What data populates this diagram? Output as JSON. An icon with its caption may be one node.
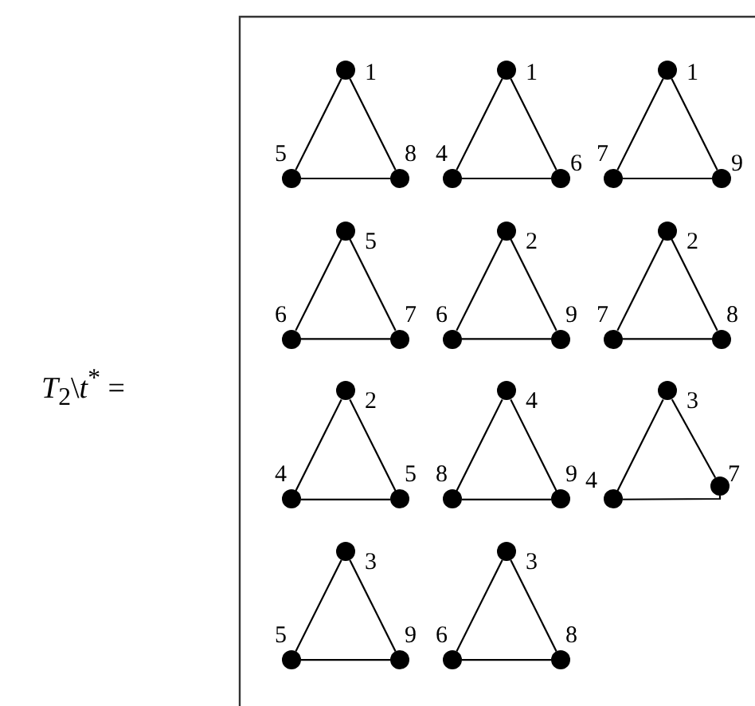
{
  "diagram": {
    "nodes": [
      {
        "text": [],
        "shape": "circle",
        "beside": [
          "1"
        ]
      },
      {
        "text": [],
        "shape": "circle",
        "beside": [
          "5"
        ]
      },
      {
        "text": [],
        "shape": "circle",
        "beside": [
          "8"
        ]
      },
      {
        "text": [],
        "shape": "circle",
        "beside": [
          "1"
        ]
      },
      {
        "text": [],
        "shape": "circle",
        "beside": [
          "4"
        ]
      },
      {
        "text": [],
        "shape": "circle",
        "beside": [
          "6"
        ]
      },
      {
        "text": [],
        "shape": "circle",
        "beside": [
          "1"
        ]
      },
      {
        "text": [],
        "shape": "circle",
        "beside": [
          "7"
        ]
      },
      {
        "text": [],
        "shape": "circle",
        "beside": [
          "9"
        ]
      },
      {
        "text": [],
        "shape": "circle",
        "beside": [
          "5"
        ]
      },
      {
        "text": [],
        "shape": "circle",
        "beside": [
          "6"
        ]
      },
      {
        "text": [],
        "shape": "circle",
        "beside": [
          "7"
        ]
      },
      {
        "text": [],
        "shape": "circle",
        "beside": [
          "2"
        ]
      },
      {
        "text": [],
        "shape": "circle",
        "beside": [
          "6"
        ]
      },
      {
        "text": [],
        "shape": "circle",
        "beside": [
          "9"
        ]
      },
      {
        "text": [],
        "shape": "circle",
        "beside": [
          "2"
        ]
      },
      {
        "text": [],
        "shape": "circle",
        "beside": [
          "7"
        ]
      },
      {
        "text": [],
        "shape": "circle",
        "beside": [
          "8"
        ]
      },
      {
        "text": [],
        "shape": "circle",
        "beside": [
          "2"
        ]
      },
      {
        "text": [],
        "shape": "circle",
        "beside": [
          "4"
        ]
      },
      {
        "text": [],
        "shape": "circle",
        "beside": [
          "5"
        ]
      },
      {
        "text": [],
        "shape": "circle",
        "beside": [
          "4"
        ]
      },
      {
        "text": [],
        "shape": "circle",
        "beside": [
          "8"
        ]
      },
      {
        "text": [],
        "shape": "circle",
        "beside": [
          "9"
        ]
      },
      {
        "text": [],
        "shape": "circle",
        "beside": [
          "3"
        ]
      },
      {
        "text": [],
        "shape": "circle",
        "beside": [
          "4"
        ]
      },
      {
        "text": [],
        "shape": "circle",
        "beside": [
          "7"
        ]
      },
      {
        "text": [],
        "shape": "circle",
        "beside": [
          "3"
        ]
      },
      {
        "text": [],
        "shape": "circle",
        "beside": [
          "5"
        ]
      },
      {
        "text": [],
        "shape": "circle",
        "beside": [
          "9"
        ]
      },
      {
        "text": [],
        "shape": "circle",
        "beside": [
          "3"
        ]
      },
      {
        "text": [],
        "shape": "circle",
        "beside": [
          "6"
        ]
      },
      {
        "text": [],
        "shape": "circle",
        "beside": [
          "8"
        ]
      }
    ],
    "edges": [
      {
        "from": 0,
        "to": 1,
        "arrow": "none"
      },
      {
        "from": 0,
        "to": 2,
        "arrow": "none"
      },
      {
        "from": 1,
        "to": 2,
        "arrow": "none"
      },
      {
        "from": 3,
        "to": 4,
        "arrow": "none"
      },
      {
        "from": 3,
        "to": 5,
        "arrow": "none"
      },
      {
        "from": 4,
        "to": 5,
        "arrow": "none"
      },
      {
        "from": 6,
        "to": 7,
        "arrow": "none"
      },
      {
        "from": 6,
        "to": 8,
        "arrow": "none"
      },
      {
        "from": 7,
        "to": 8,
        "arrow": "none"
      },
      {
        "from": 9,
        "to": 10,
        "arrow": "none"
      },
      {
        "from": 9,
        "to": 11,
        "arrow": "none"
      },
      {
        "from": 10,
        "to": 11,
        "arrow": "none"
      },
      {
        "from": 12,
        "to": 13,
        "arrow": "none"
      },
      {
        "from": 12,
        "to": 14,
        "arrow": "none"
      },
      {
        "from": 13,
        "to": 14,
        "arrow": "none"
      },
      {
        "from": 15,
        "to": 16,
        "arrow": "none"
      },
      {
        "from": 15,
        "to": 17,
        "arrow": "none"
      },
      {
        "from": 16,
        "to": 17,
        "arrow": "none"
      },
      {
        "from": 18,
        "to": 19,
        "arrow": "none"
      },
      {
        "from": 18,
        "to": 20,
        "arrow": "none"
      },
      {
        "from": 19,
        "to": 20,
        "arrow": "none"
      },
      {
        "from": 21,
        "to": 22,
        "arrow": "none"
      },
      {
        "from": 21,
        "to": 23,
        "arrow": "none"
      },
      {
        "from": 22,
        "to": 23,
        "arrow": "none"
      },
      {
        "from": 24,
        "to": 25,
        "arrow": "none"
      },
      {
        "from": 24,
        "to": 26,
        "arrow": "none"
      },
      {
        "from": 25,
        "to": 26,
        "arrow": "none"
      },
      {
        "from": 27,
        "to": 28,
        "arrow": "none"
      },
      {
        "from": 27,
        "to": 29,
        "arrow": "none"
      },
      {
        "from": 28,
        "to": 29,
        "arrow": "none"
      },
      {
        "from": 30,
        "to": 31,
        "arrow": "none"
      },
      {
        "from": 30,
        "to": 32,
        "arrow": "none"
      },
      {
        "from": 31,
        "to": 32,
        "arrow": "none"
      }
    ],
    "labels": [
      "*T*$_{2}$\\*t*$^{*}$ ="
    ]
  }
}
